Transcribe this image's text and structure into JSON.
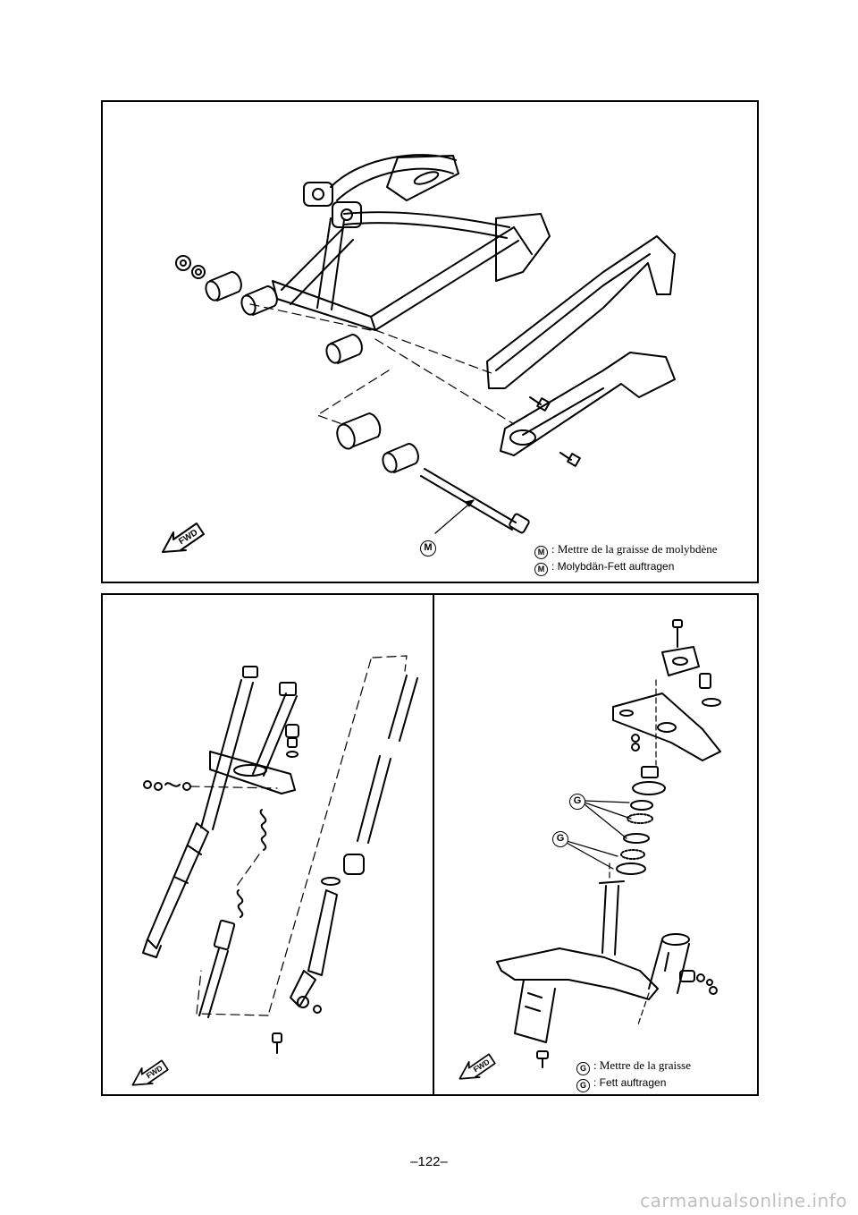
{
  "top_panel": {
    "callout_symbol": "M",
    "legend": {
      "symbol": "M",
      "line_fr": ": Mettre de la graisse de molybdène",
      "line_de": ": Molybdän-Fett auftragen"
    },
    "fwd_icon": "FWD"
  },
  "bottom_left_panel": {
    "fwd_icon": "FWD"
  },
  "bottom_right_panel": {
    "callout_symbol_1": "G",
    "callout_symbol_2": "G",
    "legend": {
      "symbol": "G",
      "line_fr": ": Mettre de la graisse",
      "line_de": ": Fett auftragen"
    },
    "fwd_icon": "FWD"
  },
  "page_number": "–122–",
  "watermark": "carmanualsonline.info"
}
